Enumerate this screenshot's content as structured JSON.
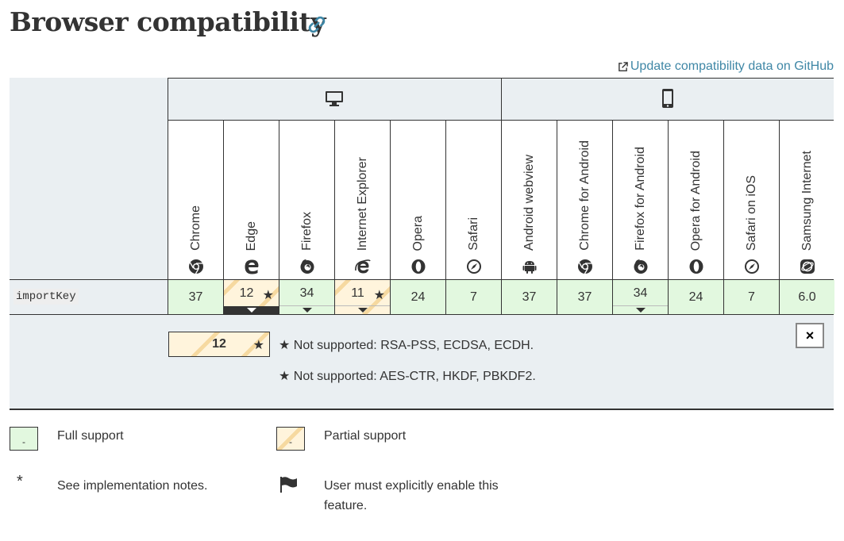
{
  "page": {
    "title": "Browser compatibility",
    "github_link": "Update compatibility data on GitHub"
  },
  "platforms": {
    "desktop_icon": "desktop-icon",
    "mobile_icon": "mobile-icon"
  },
  "browsers": [
    {
      "name": "Chrome",
      "icon": "chrome-icon"
    },
    {
      "name": "Edge",
      "icon": "edge-icon"
    },
    {
      "name": "Firefox",
      "icon": "firefox-icon"
    },
    {
      "name": "Internet Explorer",
      "icon": "ie-icon"
    },
    {
      "name": "Opera",
      "icon": "opera-icon"
    },
    {
      "name": "Safari",
      "icon": "safari-icon"
    },
    {
      "name": "Android webview",
      "icon": "android-icon"
    },
    {
      "name": "Chrome for Android",
      "icon": "chrome-icon"
    },
    {
      "name": "Firefox for Android",
      "icon": "firefox-icon"
    },
    {
      "name": "Opera for Android",
      "icon": "opera-icon"
    },
    {
      "name": "Safari on iOS",
      "icon": "safari-icon"
    },
    {
      "name": "Samsung Internet",
      "icon": "samsung-icon"
    }
  ],
  "feature": {
    "name": "importKey",
    "values": [
      "37",
      "12",
      "34",
      "11",
      "24",
      "7",
      "37",
      "37",
      "34",
      "24",
      "7",
      "6.0"
    ]
  },
  "notes": {
    "version": "12",
    "star": "★",
    "line1": "★ Not supported: RSA-PSS, ECDSA, ECDH.",
    "line2": "★ Not supported: AES-CTR, HKDF, PBKDF2.",
    "close": "×"
  },
  "legend": {
    "full": "Full support",
    "partial": "Partial support",
    "box_mark": "-",
    "star": "*",
    "notes": "See implementation notes.",
    "flag_line1": "User must explicitly enable this",
    "flag_line2": "feature."
  },
  "colors": {
    "full_support": "#e2f8df",
    "partial_support": "#fff4dc",
    "header_bg": "#eaeff2",
    "link": "#3f87a6"
  }
}
